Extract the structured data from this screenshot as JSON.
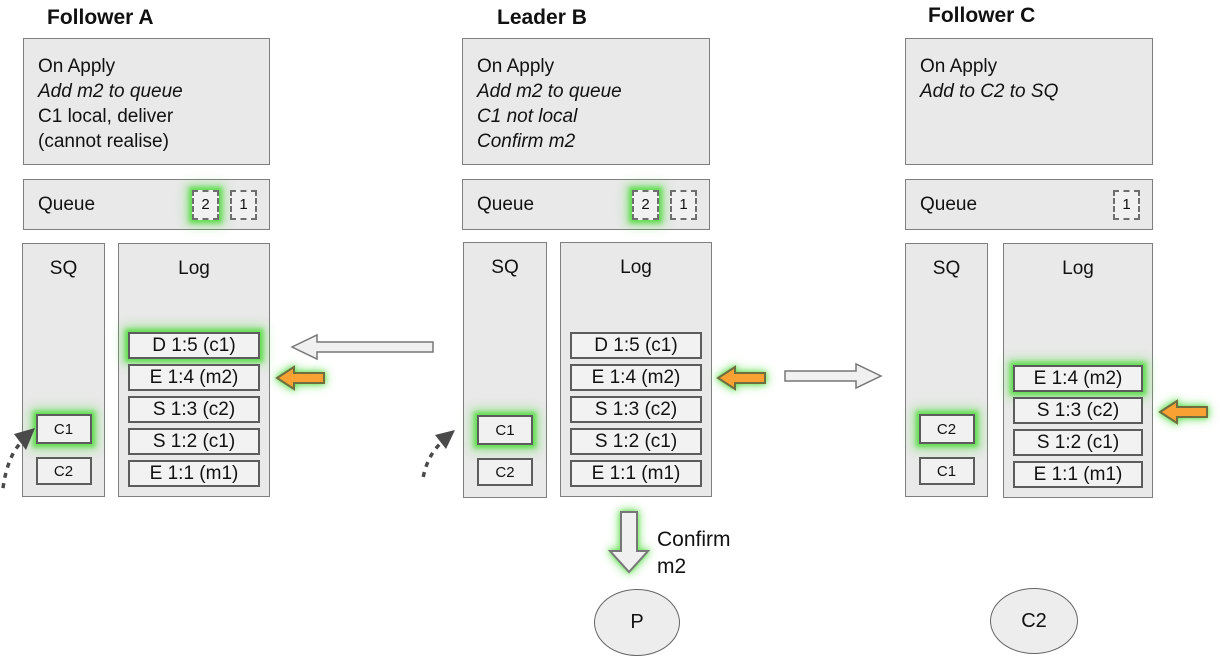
{
  "nodes": [
    {
      "title": "Follower A",
      "apply_lines": [
        {
          "text": "On Apply",
          "italic": false
        },
        {
          "text": "Add m2 to queue",
          "italic": true
        },
        {
          "text": "C1 local, deliver",
          "italic": false
        },
        {
          "text": "(cannot realise)",
          "italic": false
        }
      ],
      "queue_label": "Queue",
      "queue_slots": [
        {
          "value": "2",
          "highlight": true
        },
        {
          "value": "1",
          "highlight": false
        }
      ],
      "sq_label": "SQ",
      "sq_items": [
        {
          "value": "C1",
          "highlight": true
        },
        {
          "value": "C2",
          "highlight": false
        }
      ],
      "log_label": "Log",
      "log_entries": [
        {
          "text": "D 1:5 (c1)",
          "highlight": true
        },
        {
          "text": "E 1:4 (m2)",
          "highlight": false
        },
        {
          "text": "S 1:3 (c2)",
          "highlight": false
        },
        {
          "text": "S 1:2 (c1)",
          "highlight": false
        },
        {
          "text": "E 1:1 (m1)",
          "highlight": false
        }
      ]
    },
    {
      "title": "Leader B",
      "apply_lines": [
        {
          "text": "On Apply",
          "italic": false
        },
        {
          "text": "Add m2 to queue",
          "italic": true
        },
        {
          "text": "C1 not local",
          "italic": true
        },
        {
          "text": "Confirm m2",
          "italic": true
        }
      ],
      "queue_label": "Queue",
      "queue_slots": [
        {
          "value": "2",
          "highlight": true
        },
        {
          "value": "1",
          "highlight": false
        }
      ],
      "sq_label": "SQ",
      "sq_items": [
        {
          "value": "C1",
          "highlight": true
        },
        {
          "value": "C2",
          "highlight": false
        }
      ],
      "log_label": "Log",
      "log_entries": [
        {
          "text": "D 1:5 (c1)",
          "highlight": false
        },
        {
          "text": "E 1:4 (m2)",
          "highlight": false
        },
        {
          "text": "S 1:3 (c2)",
          "highlight": false
        },
        {
          "text": "S 1:2 (c1)",
          "highlight": false
        },
        {
          "text": "E 1:1 (m1)",
          "highlight": false
        }
      ]
    },
    {
      "title": "Follower C",
      "apply_lines": [
        {
          "text": "On Apply",
          "italic": false
        },
        {
          "text": "Add to C2 to SQ",
          "italic": true
        }
      ],
      "queue_label": "Queue",
      "queue_slots": [
        {
          "value": "1",
          "highlight": false
        }
      ],
      "sq_label": "SQ",
      "sq_items": [
        {
          "value": "C2",
          "highlight": true
        },
        {
          "value": "C1",
          "highlight": false
        }
      ],
      "log_label": "Log",
      "log_entries": [
        {
          "text": "E 1:4 (m2)",
          "highlight": true
        },
        {
          "text": "S 1:3 (c2)",
          "highlight": false
        },
        {
          "text": "S 1:2 (c1)",
          "highlight": false
        },
        {
          "text": "E 1:1 (m1)",
          "highlight": false
        }
      ]
    }
  ],
  "diagram": {
    "confirm_label_line1": "Confirm",
    "confirm_label_line2": "m2",
    "actors": [
      {
        "label": "P"
      },
      {
        "label": "C2"
      }
    ]
  },
  "colors": {
    "box_fill": "#e9e9e9",
    "entry_fill": "#f2f2f2",
    "box_border": "#7f7f7f",
    "entry_border": "#5c5c5c",
    "highlight_glow": "#57dd44",
    "orange_arrow_fill": "#f9a233",
    "orange_arrow_stroke": "#6e6e3e",
    "white_arrow_fill": "#f0f0f0",
    "white_arrow_stroke": "#777777"
  }
}
